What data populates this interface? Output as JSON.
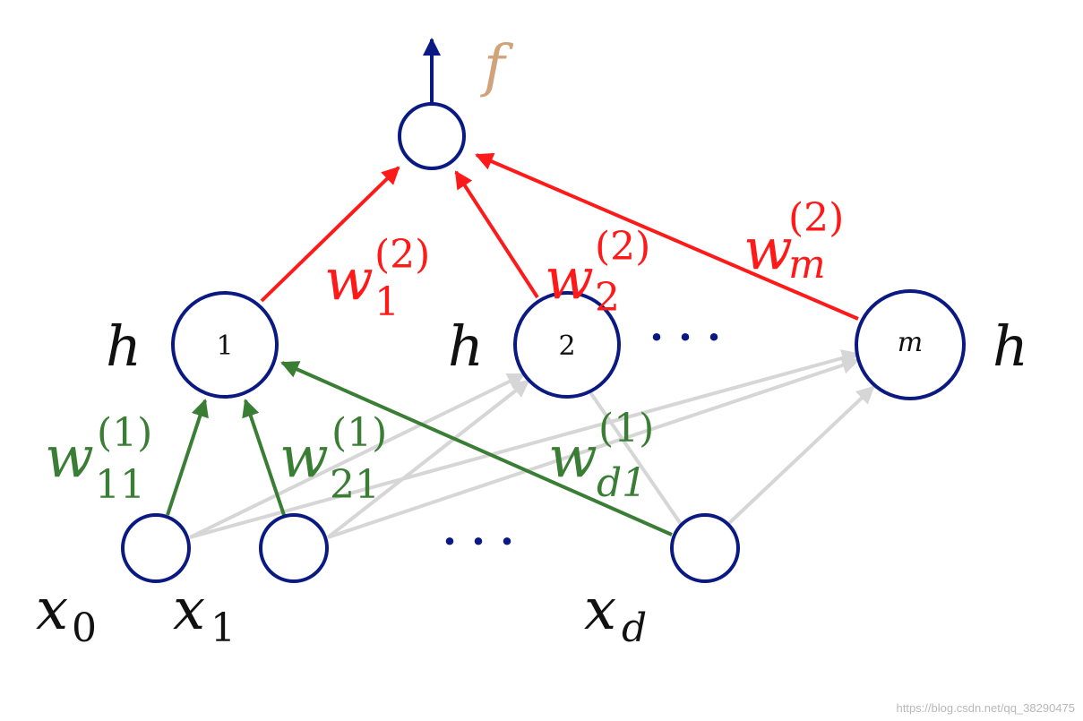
{
  "colors": {
    "node_stroke": "#0a1a82",
    "output_arrow": "#0a1a82",
    "layer2_edge": "#ff1a1a",
    "layer1_highlight_edge": "#3a7d34",
    "layer1_other_edge": "#d6d6d6",
    "output_label": "#d1a37a",
    "text_dark": "#111111"
  },
  "output": {
    "label": "f"
  },
  "hidden": {
    "layer_label": "h",
    "node_labels": [
      "1",
      "2",
      "m"
    ],
    "ellipsis": "· · ·"
  },
  "inputs": {
    "ellipsis": "· · ·",
    "x0": {
      "base": "x",
      "sub": "0"
    },
    "x1": {
      "base": "x",
      "sub": "1"
    },
    "xd": {
      "base": "x",
      "sub": "d"
    }
  },
  "weights_layer2": {
    "w1": {
      "base": "w",
      "sub": "1",
      "sup": "(2)"
    },
    "w2": {
      "base": "w",
      "sub": "2",
      "sup": "(2)"
    },
    "wm": {
      "base": "w",
      "sub": "m",
      "sup": "(2)"
    }
  },
  "weights_layer1": {
    "w11": {
      "base": "w",
      "sub": "11",
      "sup": "(1)"
    },
    "w21": {
      "base": "w",
      "sub": "21",
      "sup": "(1)"
    },
    "wd1": {
      "base": "w",
      "sub": "d1",
      "sup": "(1)"
    }
  },
  "watermark": "https://blog.csdn.net/qq_38290475"
}
